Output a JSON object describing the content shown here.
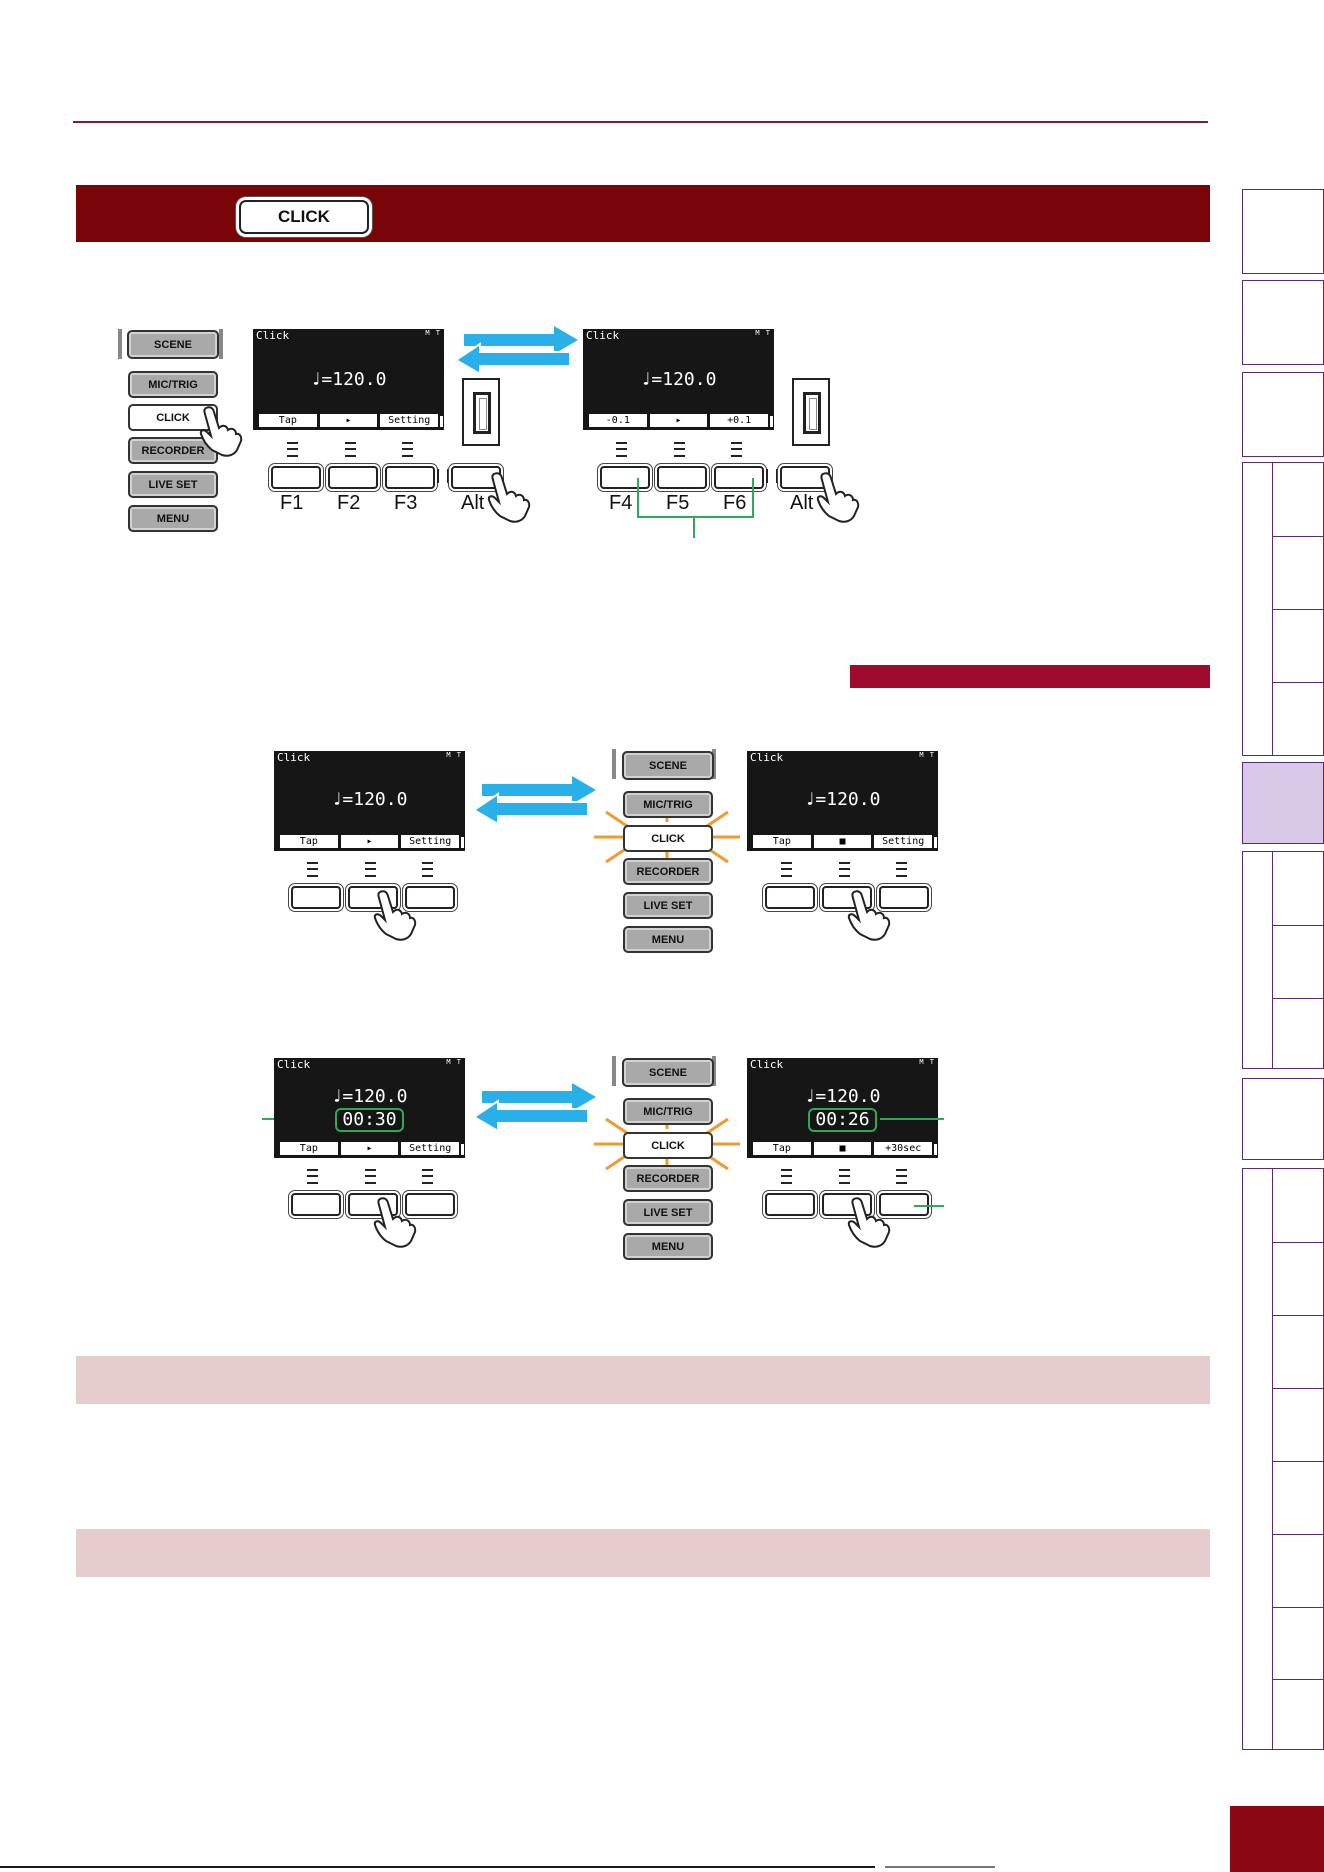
{
  "header": {
    "key_label": "CLICK"
  },
  "side_keys": [
    "SCENE",
    "MIC/TRIG",
    "CLICK",
    "RECORDER",
    "LIVE SET",
    "MENU"
  ],
  "lcd": {
    "title": "Click",
    "mt": "M T",
    "tempo": "♩=120.0",
    "tabs_a": [
      "Tap",
      "▸",
      "Setting"
    ],
    "tabs_b": [
      "-0.1",
      "▸",
      "+0.1"
    ],
    "tabs_c": [
      "Tap",
      "■",
      "Setting"
    ],
    "tabs_d": [
      "Tap",
      "■",
      "+30sec"
    ],
    "timer_start": "00:30",
    "timer_running": "00:26"
  },
  "function_labels": [
    "F1",
    "F2",
    "F3",
    "Alt",
    "F4",
    "F5",
    "F6",
    "Alt"
  ],
  "colors": {
    "header_bar": "#7a0508",
    "sub_bar": "#9e0b2c",
    "section_bar": "#e5cccd",
    "arrow": "#2ab0e8",
    "glow": "#f29a2e",
    "callout": "#2eaa55",
    "side_tab_active": "#d9c9e8"
  }
}
